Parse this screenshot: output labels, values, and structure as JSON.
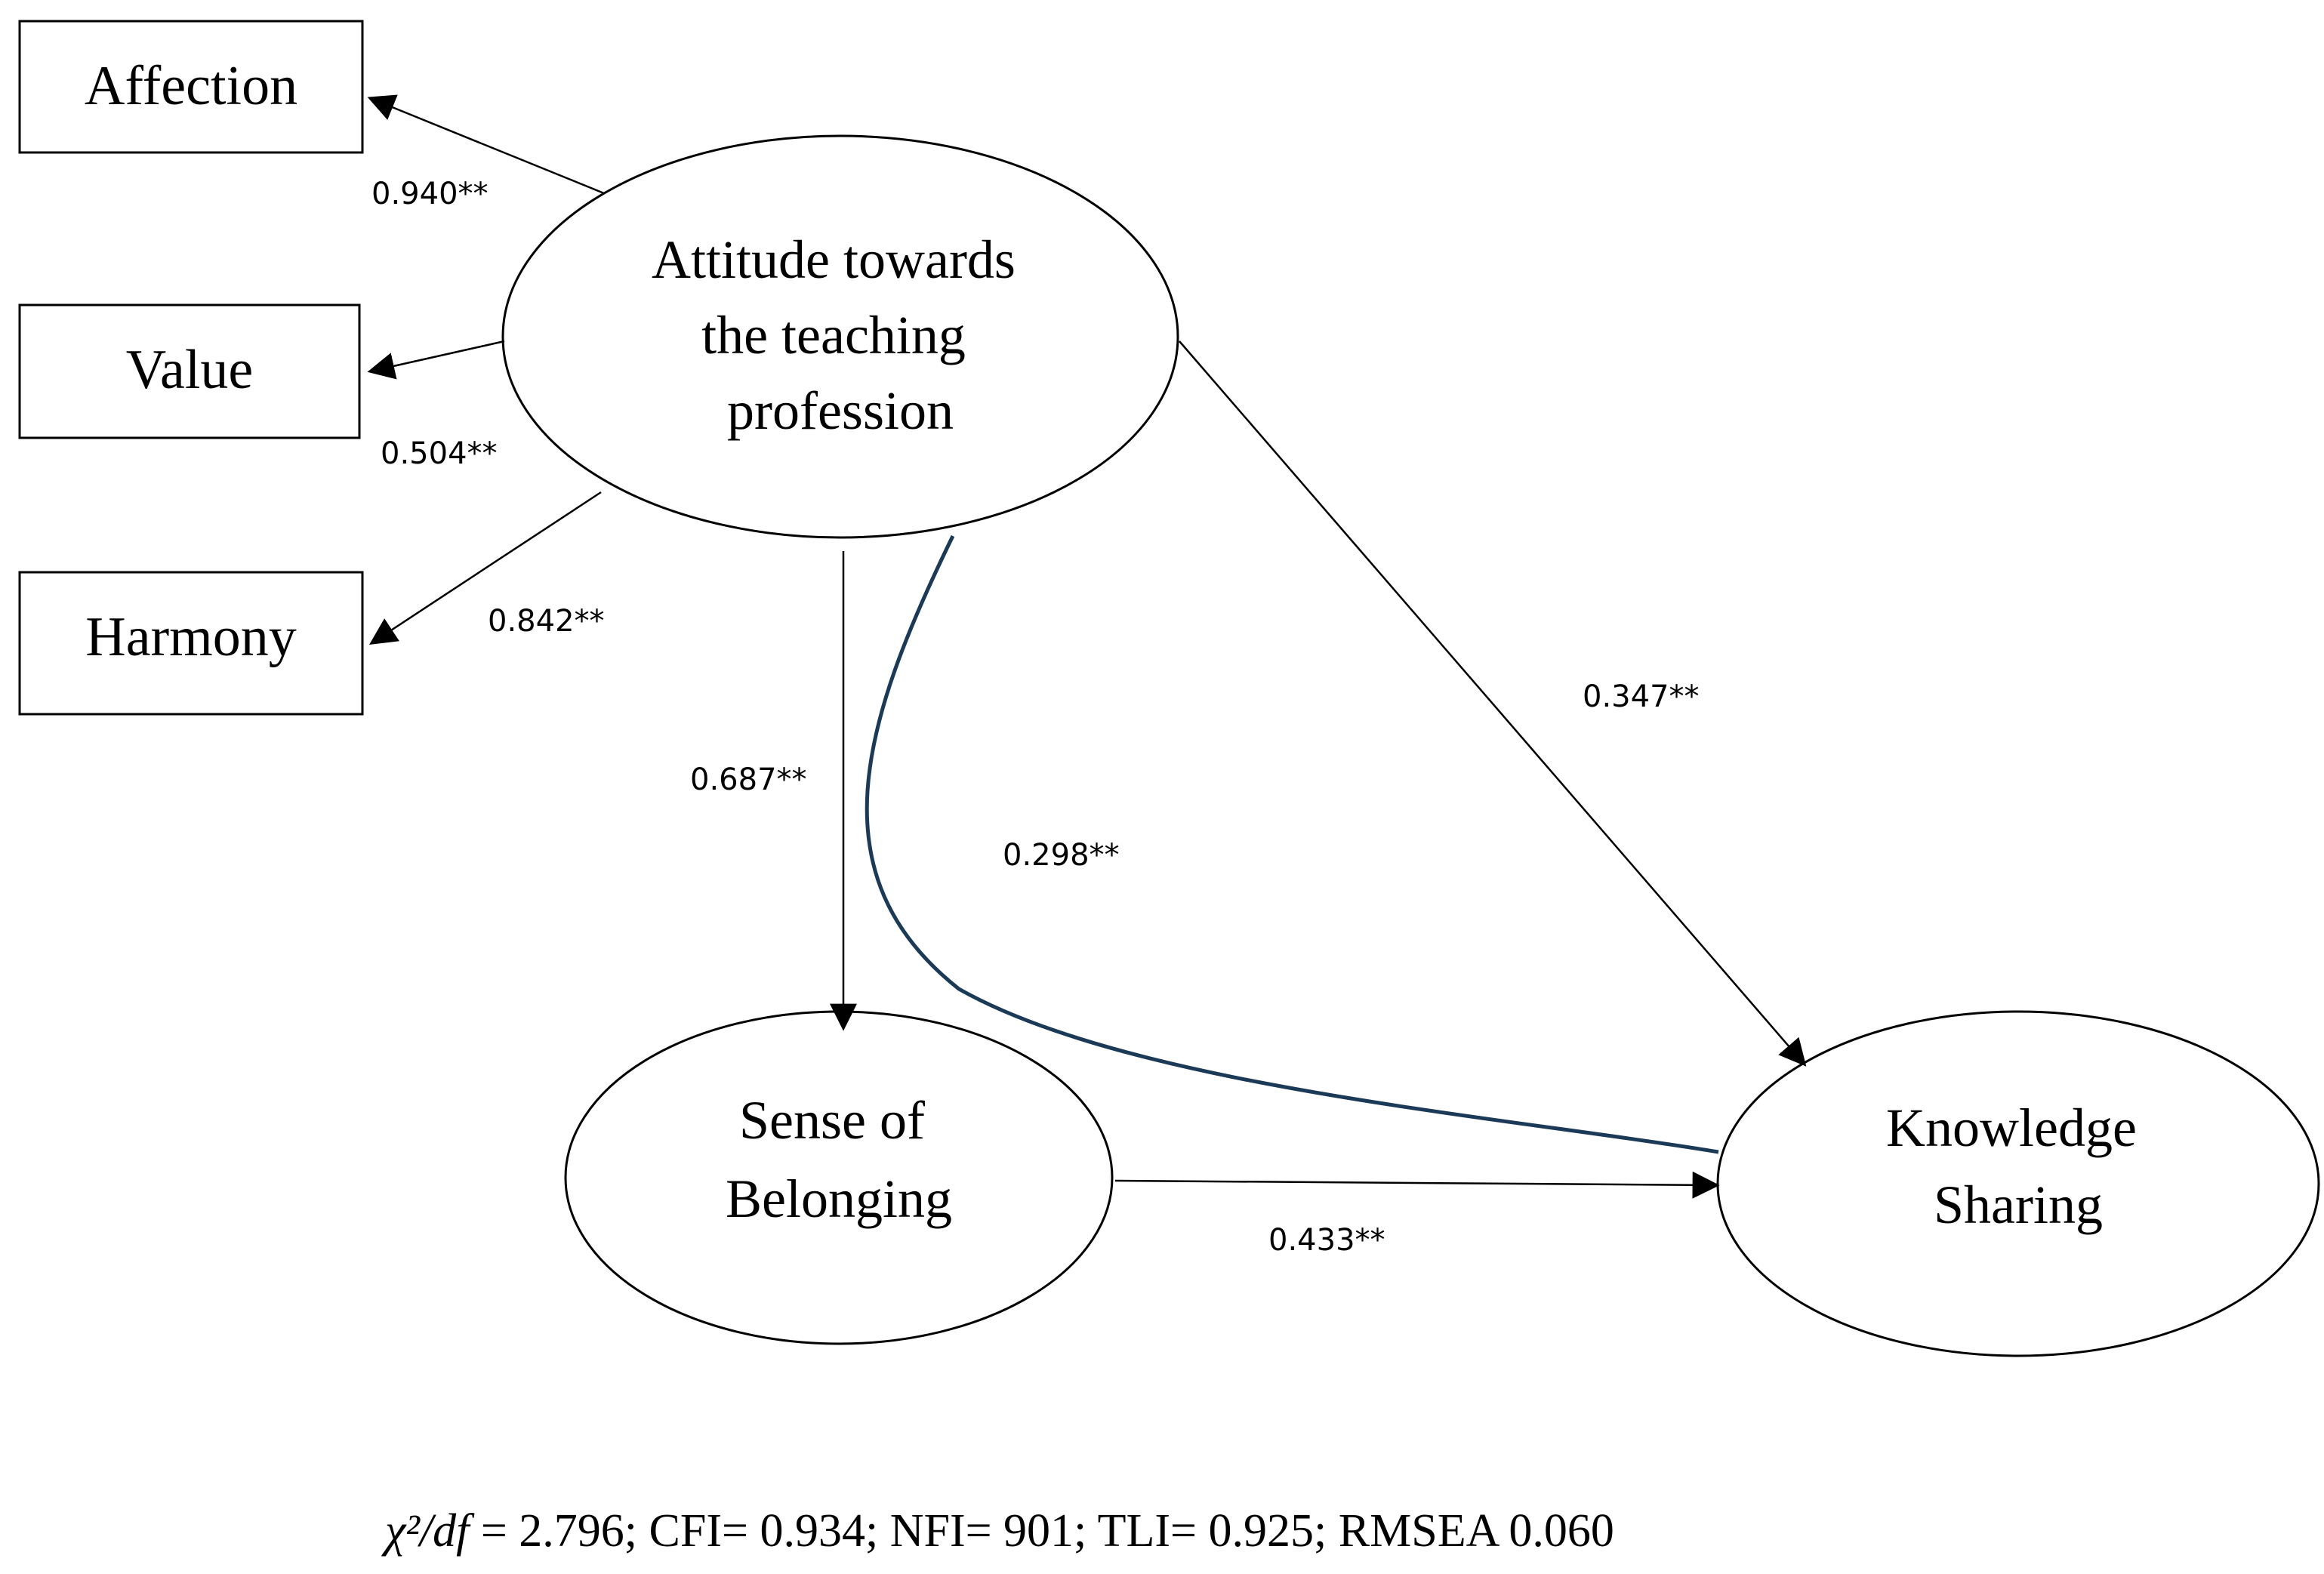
{
  "colors": {
    "line": "#000000",
    "curve": "#1b3a57",
    "background": "#ffffff"
  },
  "indicators": [
    {
      "id": "affection",
      "label": "Affection"
    },
    {
      "id": "value",
      "label": "Value"
    },
    {
      "id": "harmony",
      "label": "Harmony"
    }
  ],
  "latent": {
    "attitude": [
      "Attitude towards",
      "the teaching",
      "profession"
    ],
    "belonging": [
      "Sense of",
      "Belonging"
    ],
    "knowledge": [
      "Knowledge",
      "Sharing"
    ]
  },
  "coefficients": {
    "affection": "0.940**",
    "value": "0.504**",
    "harmony": "0.842**",
    "attitude_belonging": "0.687**",
    "attitude_knowledge_indirect": "0.298**",
    "attitude_knowledge": "0.347**",
    "belonging_knowledge": "0.433**"
  },
  "fit": {
    "chi_label": "χ²/df",
    "rest": " = 2.796; CFI= 0.934; NFI= 901; TLI= 0.925; RMSEA 0.060"
  }
}
